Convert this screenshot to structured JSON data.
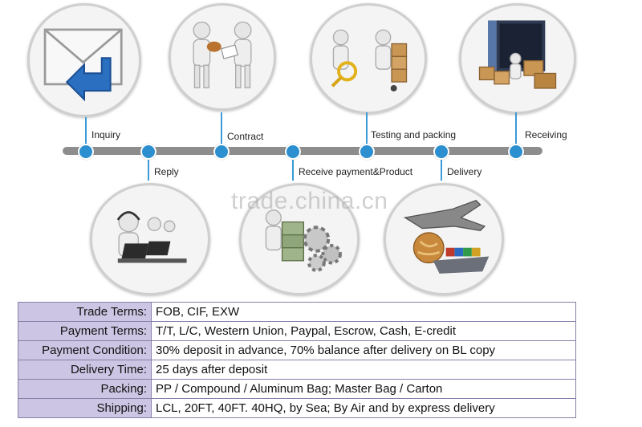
{
  "watermark": "trade.china.cn",
  "colors": {
    "timeline_dot": "#2b8fd0",
    "timeline_bar": "#8d8d8d",
    "label_cell": "#ccc5e3"
  },
  "steps": [
    {
      "label": "Inquiry",
      "icon": "envelope-arrow-icon"
    },
    {
      "label": "Reply",
      "icon": "customer-service-icon"
    },
    {
      "label": "Contract",
      "icon": "handshake-contract-icon"
    },
    {
      "label": "Receive payment&Product",
      "icon": "money-gears-icon"
    },
    {
      "label": "Testing and packing",
      "icon": "magnifier-boxes-icon"
    },
    {
      "label": "Delivery",
      "icon": "plane-globe-ship-icon"
    },
    {
      "label": "Receiving",
      "icon": "container-boxes-icon"
    }
  ],
  "terms": [
    {
      "label": "Trade Terms:",
      "value": "FOB, CIF, EXW"
    },
    {
      "label": "Payment Terms:",
      "value": "T/T, L/C, Western Union, Paypal, Escrow, Cash, E-credit"
    },
    {
      "label": "Payment Condition:",
      "value": "30% deposit in advance, 70% balance after delivery on BL copy"
    },
    {
      "label": "Delivery Time:",
      "value": "25 days after deposit"
    },
    {
      "label": "Packing:",
      "value": "PP / Compound  / Aluminum Bag; Master Bag / Carton"
    },
    {
      "label": "Shipping:",
      "value": "LCL, 20FT, 40FT. 40HQ, by Sea; By Air and by express delivery"
    }
  ]
}
